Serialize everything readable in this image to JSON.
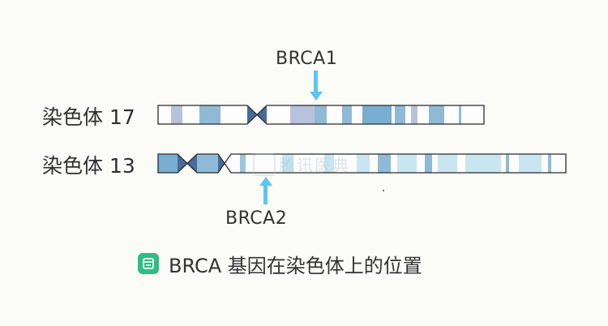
{
  "genes": {
    "brca1_label": "BRCA1",
    "brca2_label": "BRCA2"
  },
  "chromosomes": [
    {
      "label": "染色体 17"
    },
    {
      "label": "染色体 13"
    }
  ],
  "caption": {
    "text": "BRCA 基因在染色体上的位置",
    "icon": "book-icon"
  },
  "watermark": {
    "text": "腾讯医典",
    "icon": "tencent-logo-icon"
  },
  "colors": {
    "band_dark": "#78aecf",
    "band_mid": "#9cc6dd",
    "band_light": "#c7e6f0",
    "band_purple": "#b9c2dc",
    "centromere": "#466b9c",
    "arrow": "#5cc6ef",
    "caption_icon": "#2dbd86",
    "outline": "#2b2b2b"
  }
}
